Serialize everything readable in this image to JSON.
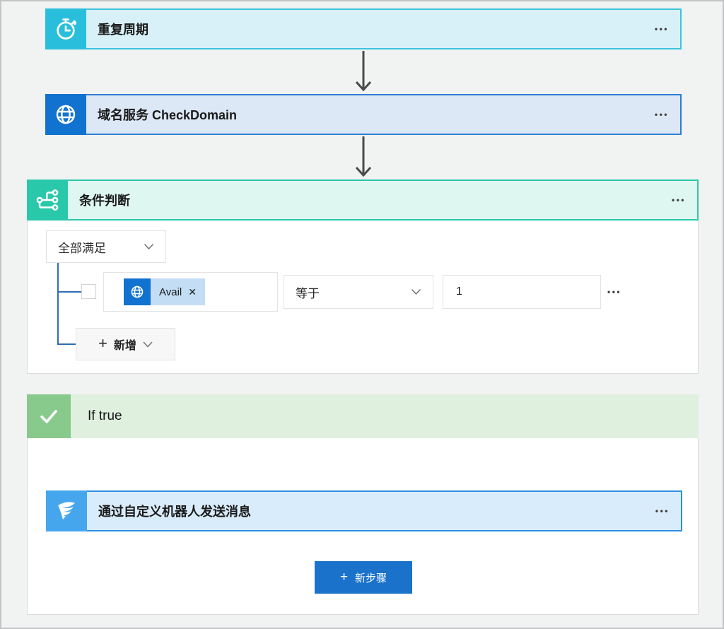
{
  "workflow": {
    "trigger": {
      "title": "重复周期"
    },
    "action1": {
      "title": "域名服务 CheckDomain"
    },
    "condition": {
      "title": "条件判断",
      "mode": "全部满足",
      "row": {
        "field": "Avail",
        "operator": "等于",
        "value": "1"
      },
      "add_label": "新增"
    },
    "branch_true": {
      "title": "If true",
      "action": {
        "title": "通过自定义机器人发送消息"
      },
      "new_step_label": "新步骤"
    }
  },
  "icons": {
    "ellipsis": "•••",
    "plus": "+",
    "close": "✕"
  },
  "colors": {
    "trigger_accent": "#29BFDC",
    "trigger_bg": "#D8F1F8",
    "trigger_border": "#3CC4DE",
    "http_accent": "#1272CF",
    "http_bg": "#DDE8F6",
    "http_border": "#2F7ED4",
    "condition_accent": "#2AC8AA",
    "condition_bg": "#DFF7F1",
    "true_accent": "#88C98C",
    "true_bg": "#DFF0DF",
    "dingtalk_accent": "#46A6ED",
    "dingtalk_bg": "#D9ECFB",
    "dingtalk_border": "#2F90E3",
    "primary_button": "#1A72CB",
    "connector": "#2E6DB4",
    "arrow": "#4A4A4A"
  }
}
